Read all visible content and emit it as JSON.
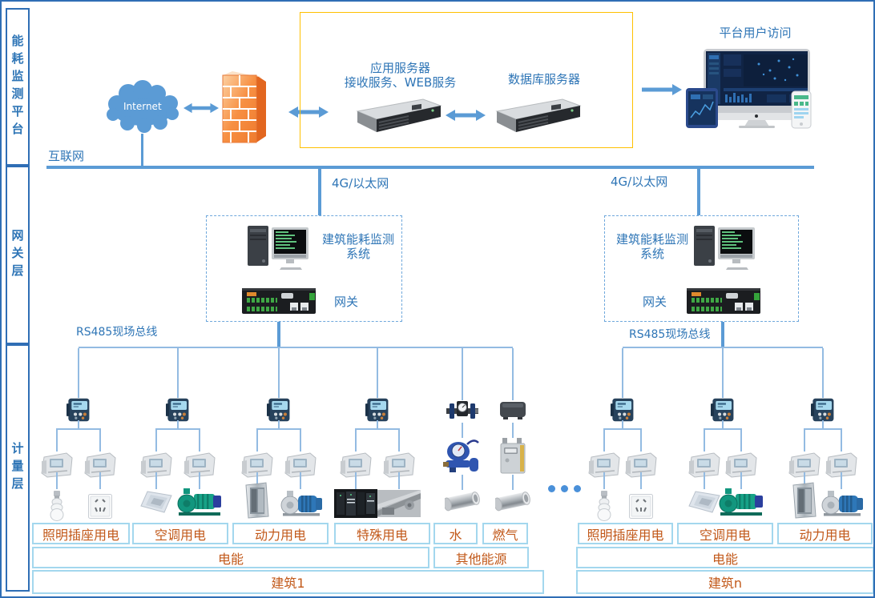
{
  "sidebar": {
    "layers": [
      "能耗监测平台",
      "网关层",
      "计量层"
    ]
  },
  "top": {
    "cloud_label": "Internet",
    "internet_bus_label": "互联网",
    "server_group": {
      "app_server_title": "应用服务器",
      "app_server_subtitle": "接收服务、WEB服务",
      "db_server_title": "数据库服务器"
    },
    "user_access_title": "平台用户访问"
  },
  "gateway_layer": {
    "left": {
      "wan_label": "4G/以太网",
      "system_label_line1": "建筑能耗监测",
      "system_label_line2": "系统",
      "gateway_label": "网关",
      "rs485_label": "RS485现场总线"
    },
    "right": {
      "wan_label": "4G/以太网",
      "system_label_line1": "建筑能耗监测",
      "system_label_line2": "系统",
      "gateway_label": "网关",
      "rs485_label": "RS485现场总线"
    }
  },
  "buildings": [
    {
      "name": "建筑1",
      "categories": [
        "照明插座用电",
        "空调用电",
        "动力用电",
        "特殊用电",
        "水",
        "燃气"
      ],
      "energy_rows": [
        "电能",
        "其他能源"
      ]
    },
    {
      "name": "建筑n",
      "categories": [
        "照明插座用电",
        "空调用电",
        "动力用电"
      ],
      "energy_rows": [
        "电能"
      ]
    }
  ],
  "colors": {
    "line_blue": "#5b9bd5",
    "label_blue": "#2e75b6",
    "table_text_orange": "#c2591a",
    "table_border": "#a3d7ee",
    "server_box_yellow": "#ffc000",
    "frame_blue": "#2f6eb5"
  }
}
